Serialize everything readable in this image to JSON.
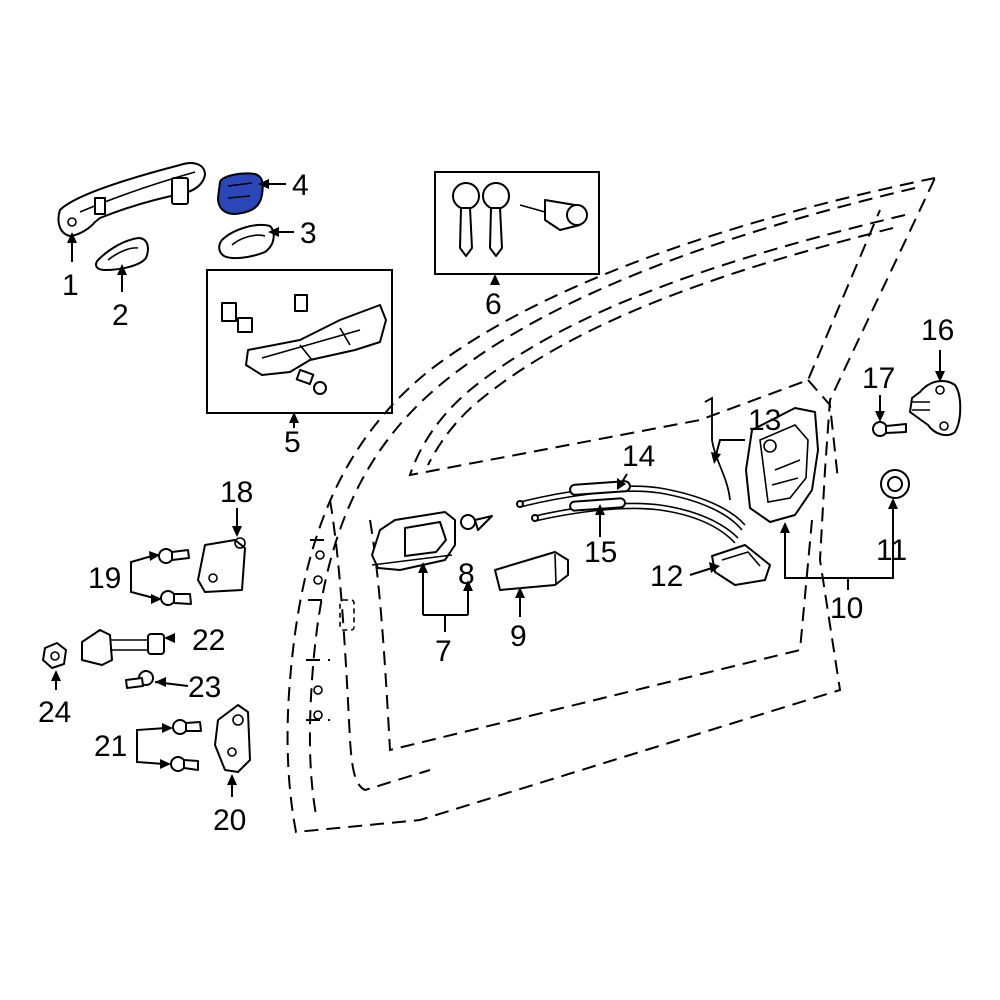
{
  "diagram": {
    "highlight_color": "#2a46b8",
    "callouts": [
      {
        "id": "1",
        "text": "1"
      },
      {
        "id": "2",
        "text": "2"
      },
      {
        "id": "3",
        "text": "3"
      },
      {
        "id": "4",
        "text": "4"
      },
      {
        "id": "5",
        "text": "5"
      },
      {
        "id": "6",
        "text": "6"
      },
      {
        "id": "7",
        "text": "7"
      },
      {
        "id": "8",
        "text": "8"
      },
      {
        "id": "9",
        "text": "9"
      },
      {
        "id": "10",
        "text": "10"
      },
      {
        "id": "11",
        "text": "11"
      },
      {
        "id": "12",
        "text": "12"
      },
      {
        "id": "13",
        "text": "13"
      },
      {
        "id": "14",
        "text": "14"
      },
      {
        "id": "15",
        "text": "15"
      },
      {
        "id": "16",
        "text": "16"
      },
      {
        "id": "17",
        "text": "17"
      },
      {
        "id": "18",
        "text": "18"
      },
      {
        "id": "19",
        "text": "19"
      },
      {
        "id": "20",
        "text": "20"
      },
      {
        "id": "21",
        "text": "21"
      },
      {
        "id": "22",
        "text": "22"
      },
      {
        "id": "23",
        "text": "23"
      },
      {
        "id": "24",
        "text": "24"
      }
    ]
  }
}
